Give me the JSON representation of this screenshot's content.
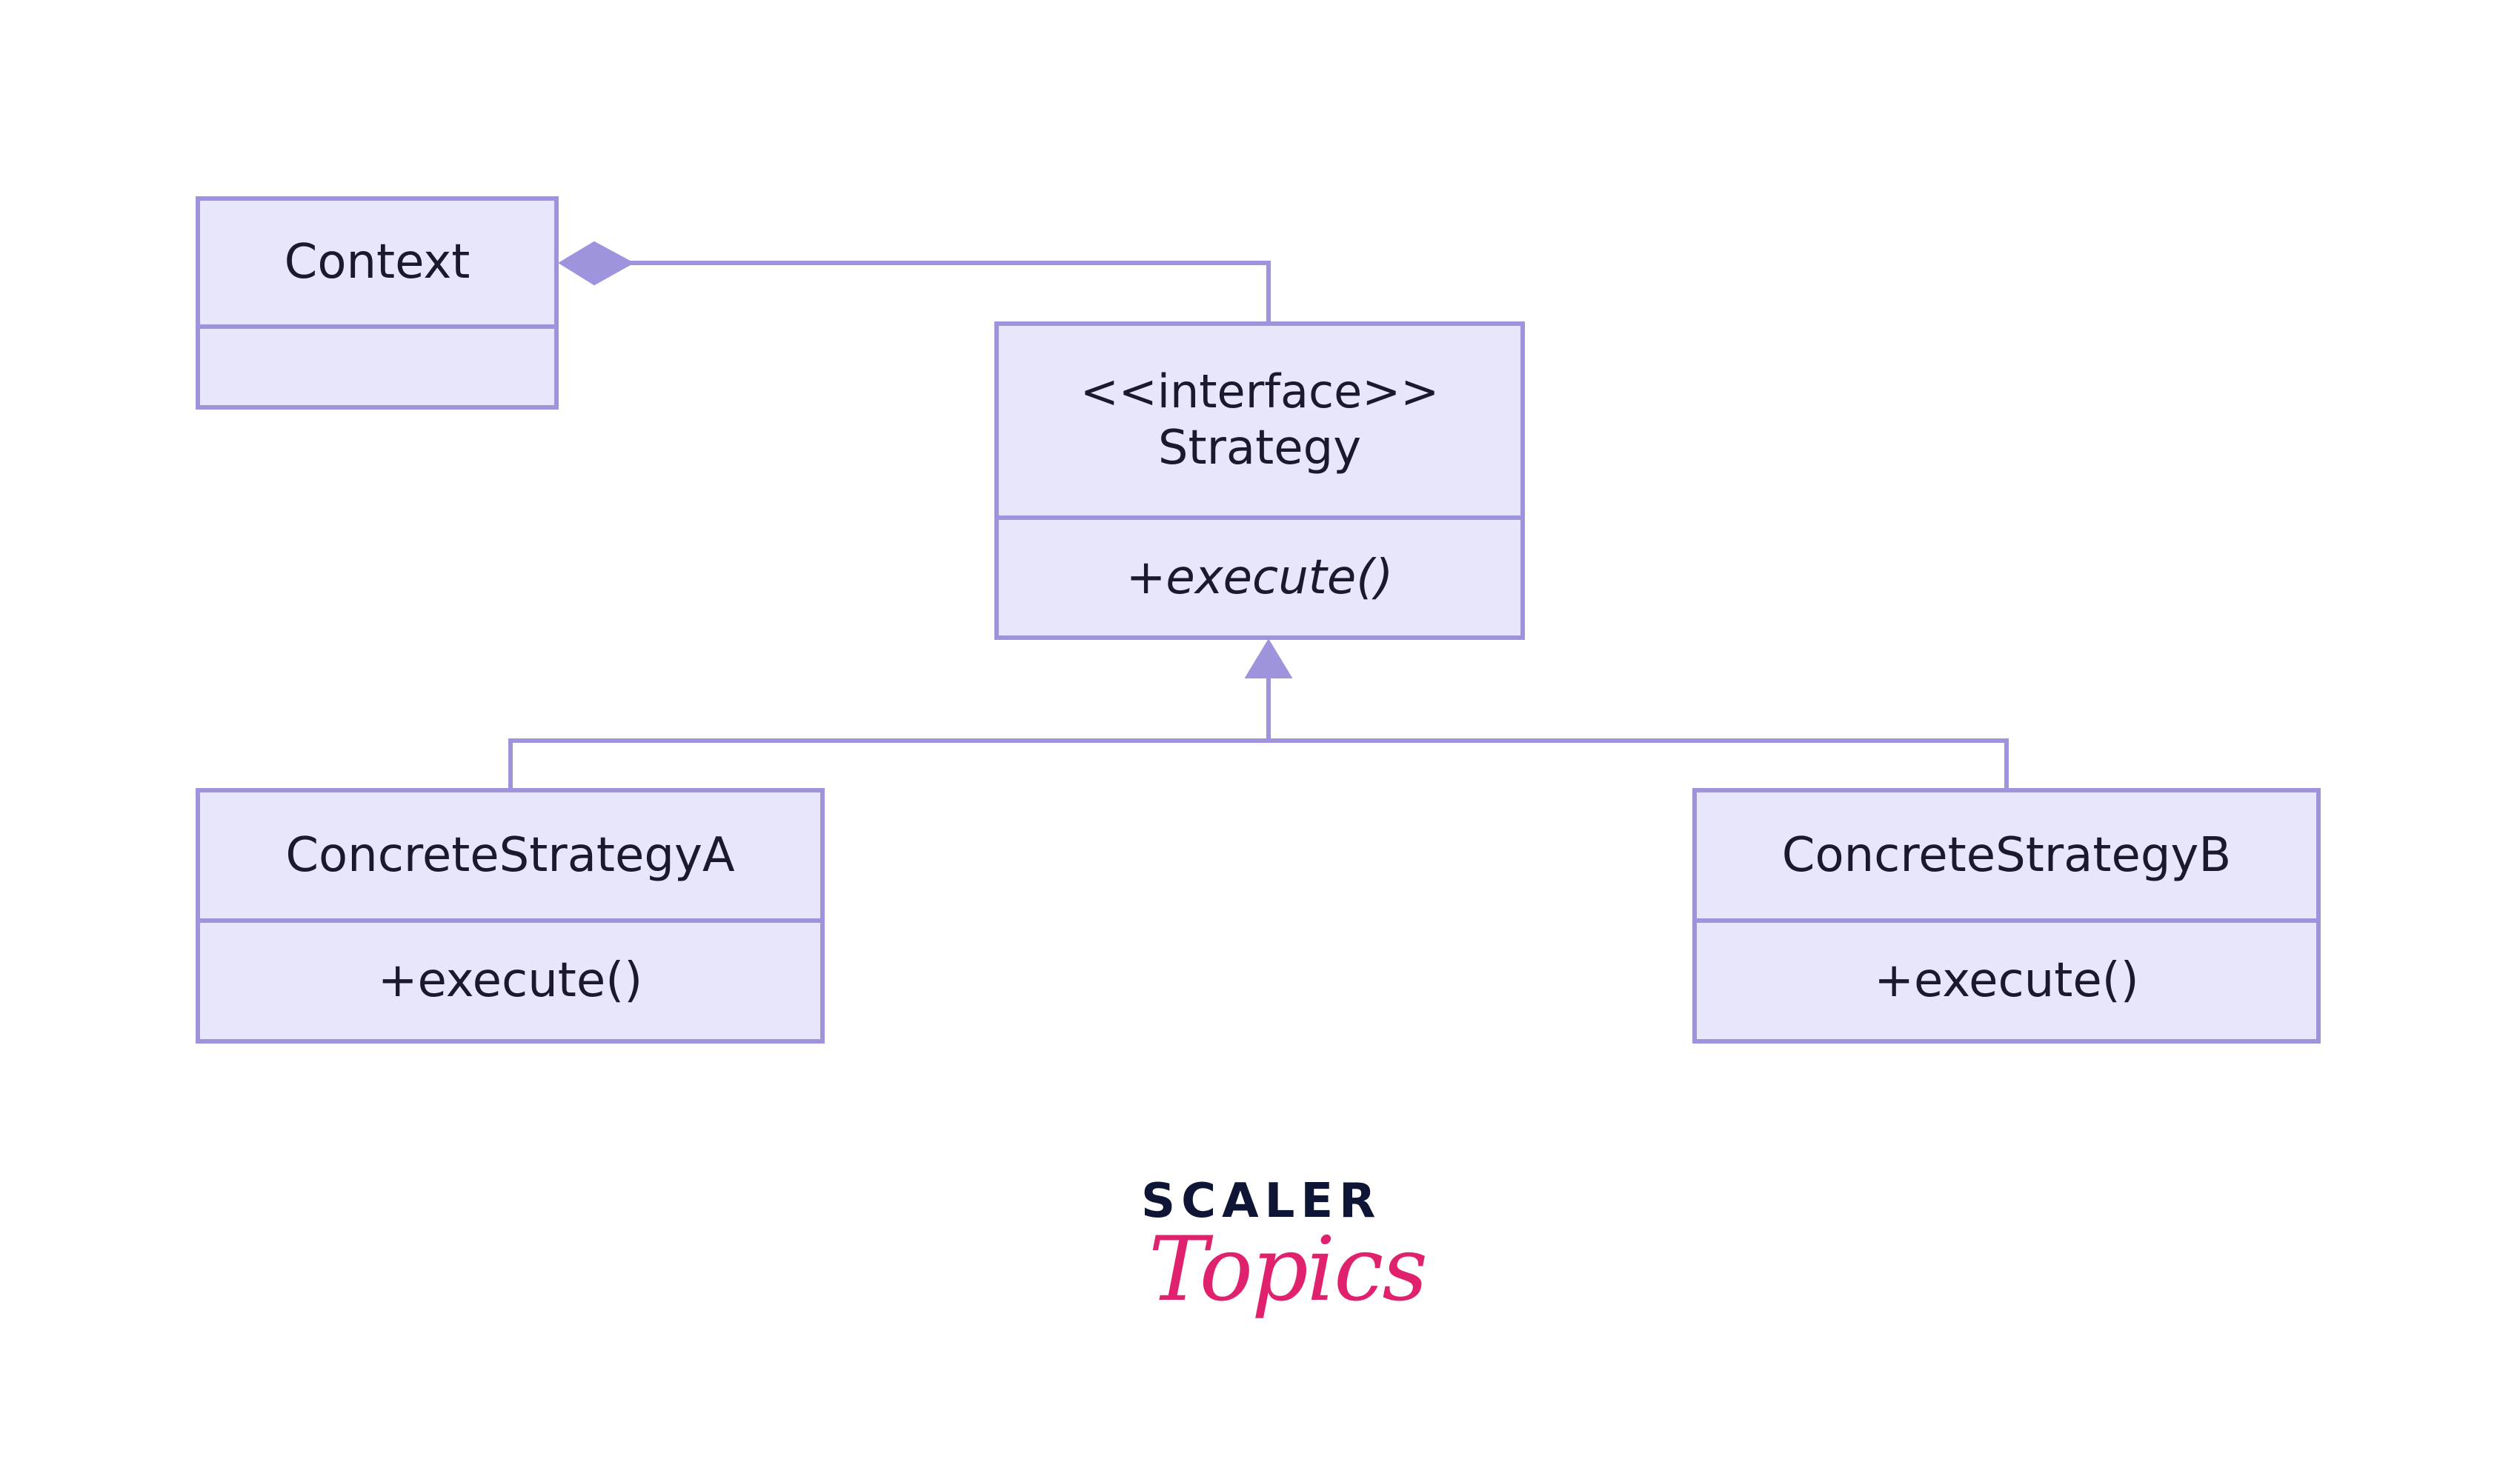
{
  "classes": {
    "context": {
      "name": "Context",
      "members": ""
    },
    "strategy": {
      "stereotype": "<<interface>>",
      "name": "Strategy",
      "method": "+execute()"
    },
    "concrete_a": {
      "name": "ConcreteStrategyA",
      "method": "+execute()"
    },
    "concrete_b": {
      "name": "ConcreteStrategyB",
      "method": "+execute()"
    }
  },
  "relations": [
    {
      "from": "Context",
      "to": "Strategy",
      "type": "composition"
    },
    {
      "from": "ConcreteStrategyA",
      "to": "Strategy",
      "type": "realization"
    },
    {
      "from": "ConcreteStrategyB",
      "to": "Strategy",
      "type": "realization"
    }
  ],
  "colors": {
    "line": "#9d94dd",
    "fill": "#e8e6fb",
    "text": "#1a1a2e",
    "logo_dark": "#0f1535",
    "logo_accent": "#e0226e"
  },
  "logo": {
    "word": "SCALER",
    "script": "Topics"
  }
}
